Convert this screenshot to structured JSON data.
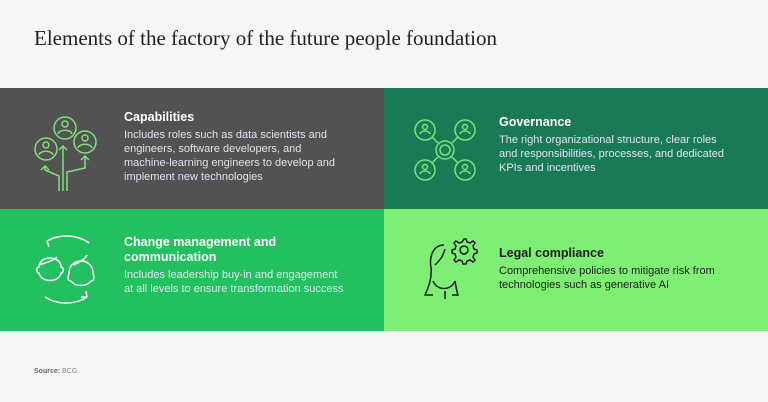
{
  "title": "Elements of the factory of the future people foundation",
  "panels": [
    {
      "heading": "Capabilities",
      "body": "Includes roles such as data scientists and engineers, software developers, and machine-learning engineers to develop and implement new technologies",
      "icon": "people-growth-icon",
      "color": "#525252"
    },
    {
      "heading": "Governance",
      "body": "The right organizational structure, clear roles and responsibilities, processes, and dedicated KPIs and incentives",
      "icon": "network-people-icon",
      "color": "#1b7a56"
    },
    {
      "heading": "Change management and communication",
      "body": "Includes leadership buy-in and engagement at all levels to ensure transformation success",
      "icon": "people-exchange-icon",
      "color": "#22c05e"
    },
    {
      "heading": "Legal compliance",
      "body": "Comprehensive policies to mitigate risk from technologies such as generative AI",
      "icon": "person-gear-icon",
      "color": "#7eee74"
    }
  ],
  "source": {
    "label": "Source:",
    "value": "BCG."
  }
}
